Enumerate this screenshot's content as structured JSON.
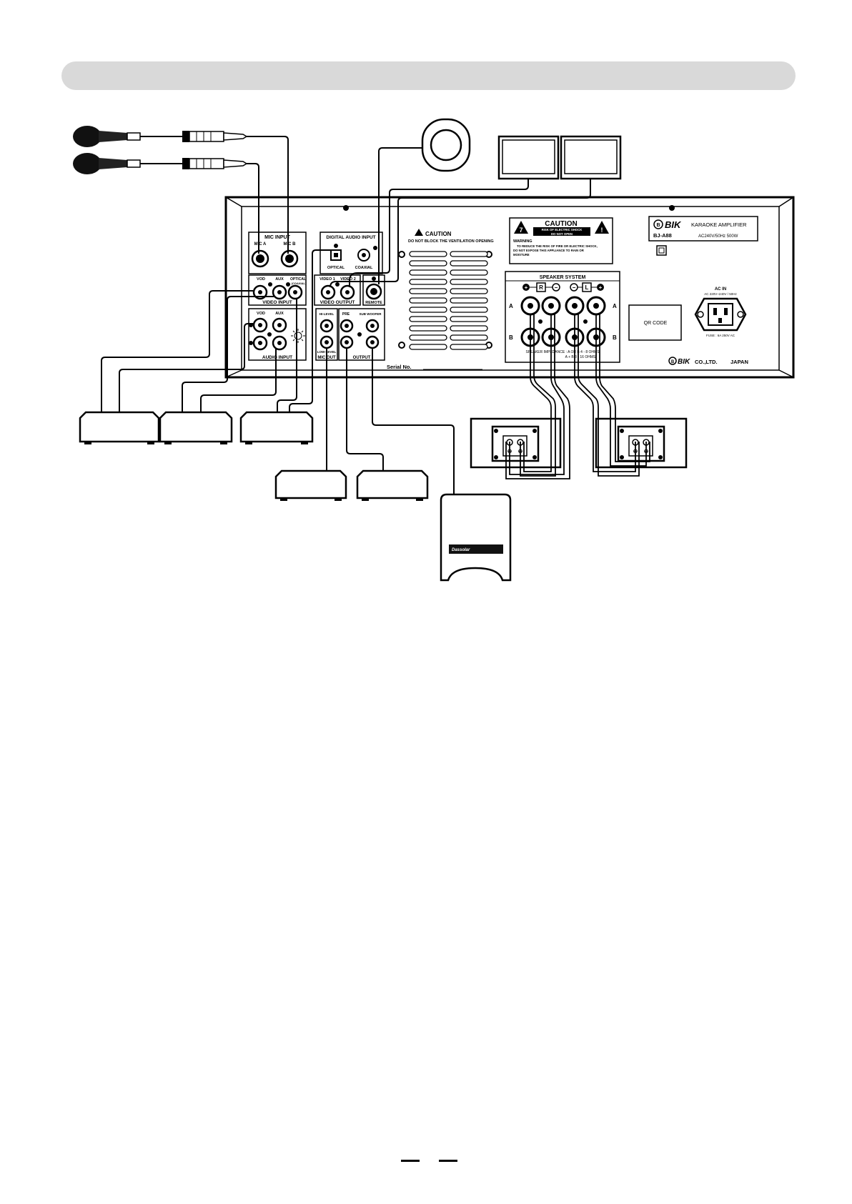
{
  "panel": {
    "mic_input": "MIC INPUT",
    "mic_a": "MIC A",
    "mic_b": "MIC B",
    "digital_audio_input": "DIGITAL AUDIO INPUT",
    "optical": "OPTICAL",
    "coaxial": "COAXIAL",
    "video_input": "VIDEO INPUT",
    "vod": "VOD",
    "aux": "AUX",
    "optical_coaxial": "OPTICAL",
    "optical_coaxial_sub": "(COAXIAL)",
    "video_output": "VIDEO OUTPUT",
    "video_1": "VIDEO 1",
    "video_2": "VIDEO 2",
    "remote": "REMOTE",
    "audio_input": "AUDIO INPUT",
    "audio_vod": "VOD",
    "audio_aux": "AUX",
    "mic_out": "MIC OUT",
    "hi_level": "HI-LEVEL",
    "low_level": "LOW-LEVEL",
    "output": "OUTPUT",
    "pre": "PRE",
    "subwoofer": "SUB WOOFER",
    "caution_vent_title": "CAUTION",
    "caution_vent_text": "DO NOT BLOCK THE VENTILATION OPENING",
    "serial_no": "Serial No.",
    "caution_label_title": "CAUTION",
    "caution_label_line1": "RISK OF ELECTRIC SHOCK",
    "caution_label_line2": "DO NOT OPEN",
    "warning_title": "WARNING",
    "warning_line1": "TO REDUCE THE RISK OF FIRE OR ELECTRIC SHOCK,",
    "warning_line2": "DO NOT EXPOSE THIS APPLIANCE TO RAIN OR",
    "warning_line3": "MOISTURE",
    "brand": "BIK",
    "product_name": "KARAOKE AMPLIFIER",
    "model": "BJ-A88",
    "rating": "AC240V/50Hz  500W",
    "speaker_system": "SPEAKER SYSTEM",
    "speaker_r": "R",
    "speaker_l": "L",
    "row_a": "A",
    "row_b": "B",
    "impedance_line1": "SPEAKER IMPEDANCE : A OR B  4 - 8 OHMS",
    "impedance_line2": "A + B  8 - 16 OHMS",
    "qr_code": "QR CODE",
    "ac_in": "AC IN",
    "ac_in_range": "AC 220V~240V / 50Hz",
    "fuse": "FUSE : 6A 250V AC",
    "company": "CO.,LTD.",
    "country": "JAPAN"
  },
  "subwoofer_badge": "Dassolar"
}
